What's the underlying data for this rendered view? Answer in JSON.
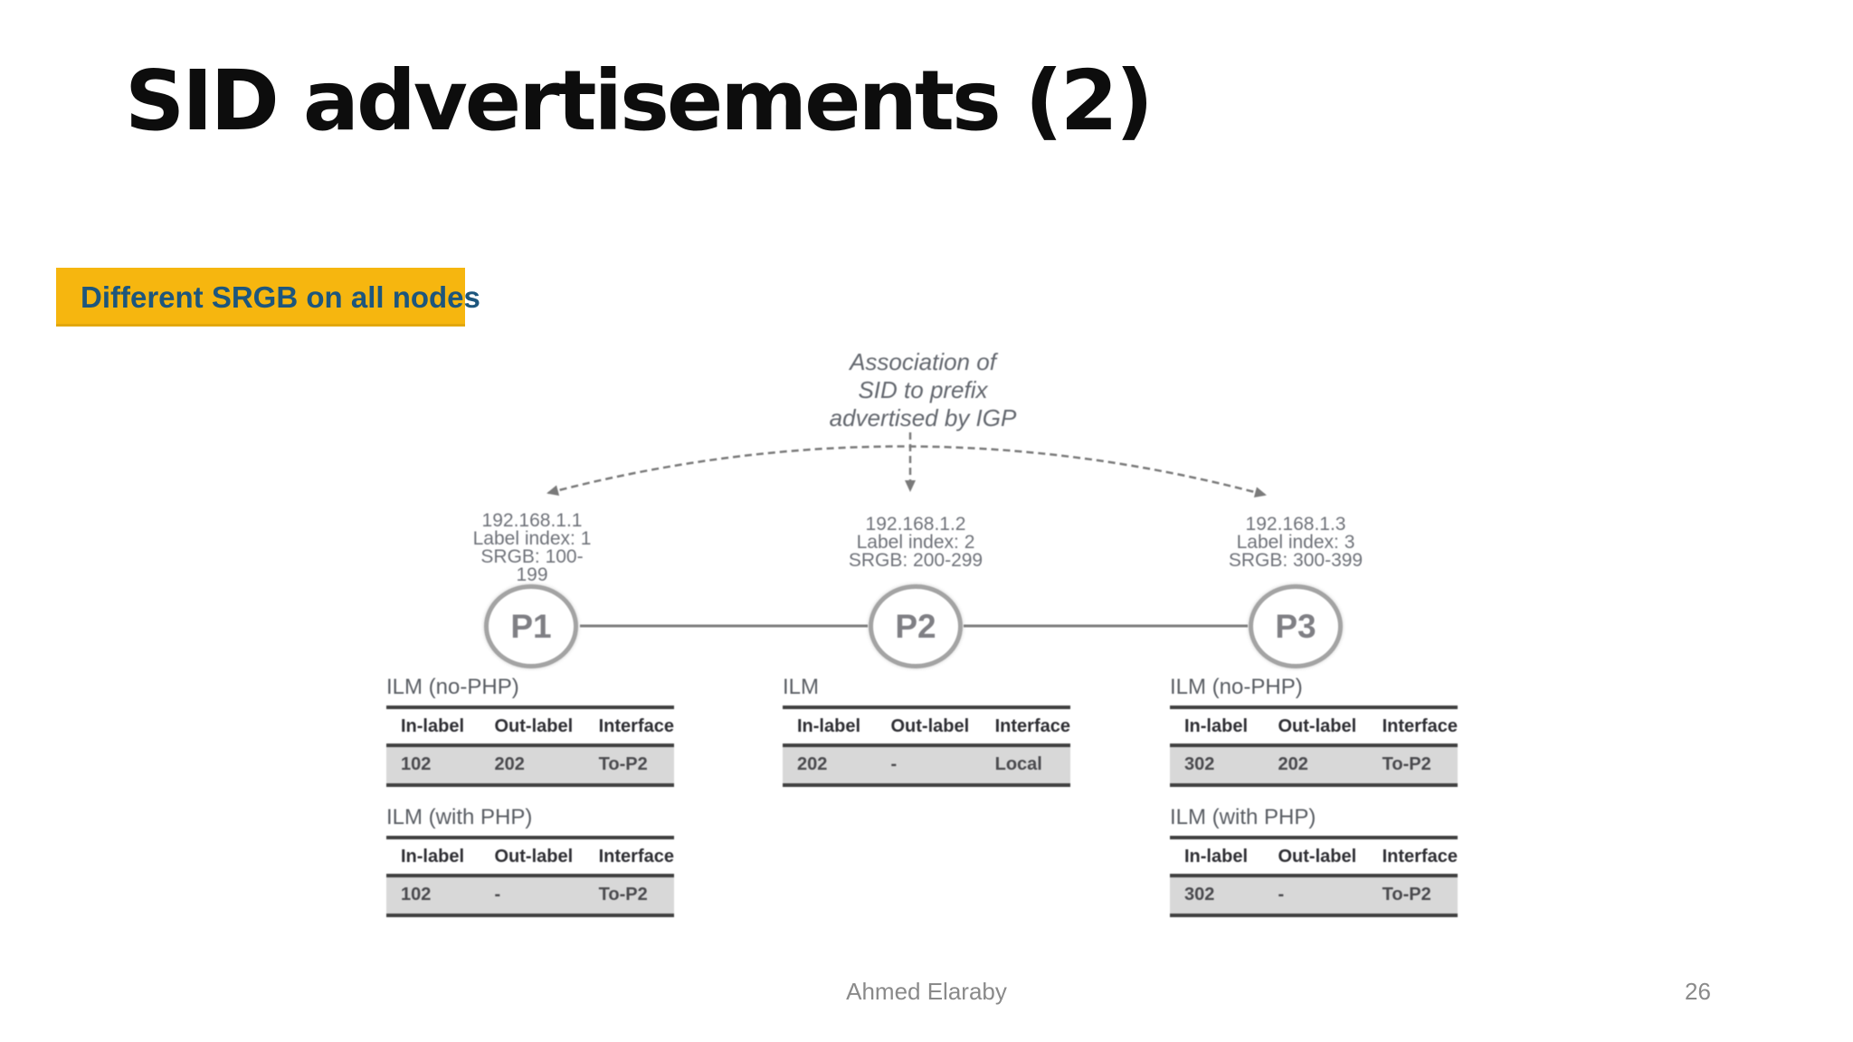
{
  "slide": {
    "title": "SID advertisements (2)",
    "highlight": "Different SRGB on all nodes",
    "footer": {
      "author": "Ahmed Elaraby",
      "page_number": "26"
    }
  },
  "diagram": {
    "annotation_lines": [
      "Association of",
      "SID to prefix",
      "advertised by IGP"
    ],
    "nodes": [
      {
        "id": "P1",
        "label_lines": [
          "192.168.1.1",
          "Label index: 1",
          "SRGB: 100-",
          "199"
        ]
      },
      {
        "id": "P2",
        "label_lines": [
          "192.168.1.2",
          "Label index: 2",
          "SRGB: 200-299"
        ]
      },
      {
        "id": "P3",
        "label_lines": [
          "192.168.1.3",
          "Label index: 3",
          "SRGB: 300-399"
        ]
      }
    ],
    "tables": {
      "headers": [
        "In-label",
        "Out-label",
        "Interface"
      ],
      "p1": [
        {
          "title": "ILM (no-PHP)",
          "row": [
            "102",
            "202",
            "To-P2"
          ]
        },
        {
          "title": "ILM (with PHP)",
          "row": [
            "102",
            "-",
            "To-P2"
          ]
        }
      ],
      "p2": [
        {
          "title": "ILM",
          "row": [
            "202",
            "-",
            "Local"
          ]
        }
      ],
      "p3": [
        {
          "title": "ILM (no-PHP)",
          "row": [
            "302",
            "202",
            "To-P2"
          ]
        },
        {
          "title": "ILM (with PHP)",
          "row": [
            "302",
            "-",
            "To-P2"
          ]
        }
      ]
    },
    "colors": {
      "highlight_bg": "#F6B60F",
      "highlight_text": "#1D567D",
      "diagram_gray": "#6f7279",
      "table_row_bg": "#d8d8d8"
    }
  }
}
